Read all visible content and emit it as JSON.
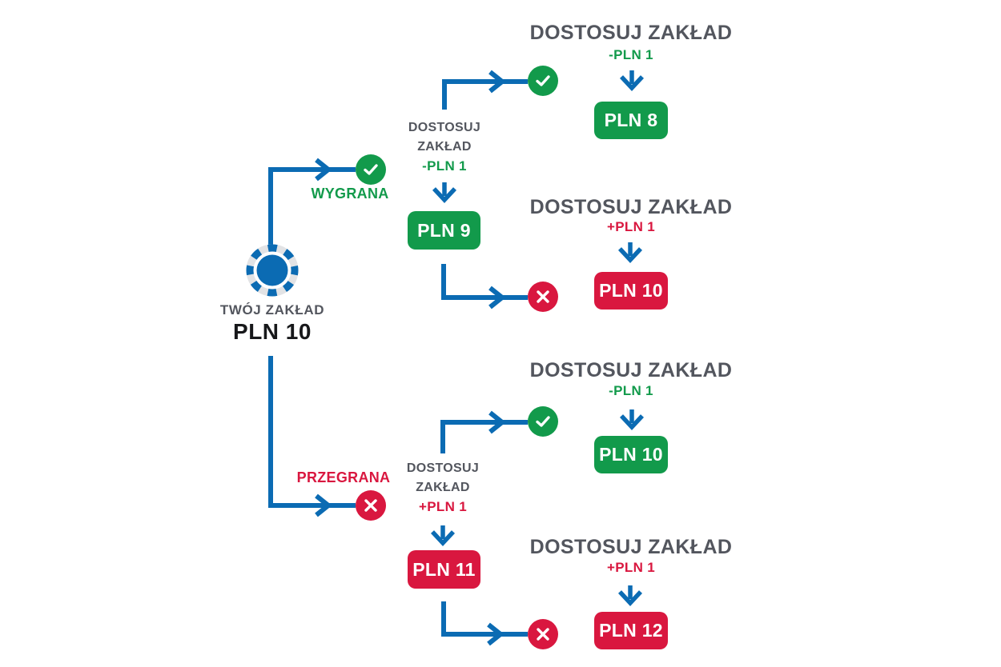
{
  "colors": {
    "line_blue": "#0b6bb3",
    "green": "#129a4b",
    "red": "#d9173f",
    "heading_gray": "#53565e",
    "root_amount_black": "#17181a"
  },
  "root": {
    "label": "TWÓJ ZAKŁAD",
    "amount": "PLN 10"
  },
  "outcomes": {
    "win": "WYGRANA",
    "lose": "PRZEGRANA"
  },
  "icons": {
    "chip": "poker-chip",
    "win": "check-circle",
    "lose": "x-circle",
    "arrow": "blue-arrow"
  },
  "mid_adjust_win": {
    "line1": "DOSTOSUJ",
    "line2": "ZAKŁAD",
    "delta": "-PLN 1",
    "result": "PLN 9"
  },
  "mid_adjust_lose": {
    "line1": "DOSTOSUJ",
    "line2": "ZAKŁAD",
    "delta": "+PLN 1",
    "result": "PLN 11"
  },
  "columns": [
    {
      "heading": "DOSTOSUJ ZAKŁAD",
      "delta": "-PLN 1",
      "result": "PLN 8",
      "outcome": "win"
    },
    {
      "heading": "DOSTOSUJ ZAKŁAD",
      "delta": "+PLN 1",
      "result": "PLN 10",
      "outcome": "lose"
    },
    {
      "heading": "DOSTOSUJ ZAKŁAD",
      "delta": "-PLN 1",
      "result": "PLN 10",
      "outcome": "win"
    },
    {
      "heading": "DOSTOSUJ ZAKŁAD",
      "delta": "+PLN 1",
      "result": "PLN 12",
      "outcome": "lose"
    }
  ]
}
